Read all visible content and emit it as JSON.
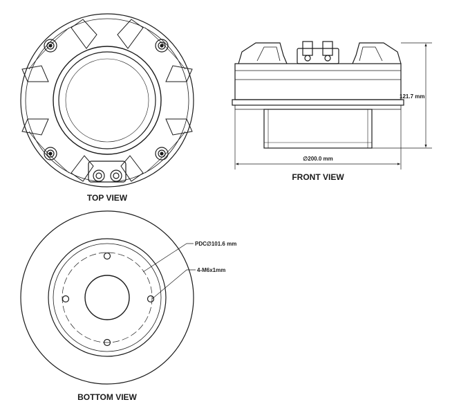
{
  "views": {
    "top": {
      "title": "TOP VIEW"
    },
    "front": {
      "title": "FRONT VIEW",
      "height_label": "121.7 mm",
      "diameter_label": "∅200.0 mm"
    },
    "bottom": {
      "title": "BOTTOM VIEW",
      "pcd_label": "PDC∅101.6 mm",
      "thread_label": "4-M6x1mm"
    }
  }
}
